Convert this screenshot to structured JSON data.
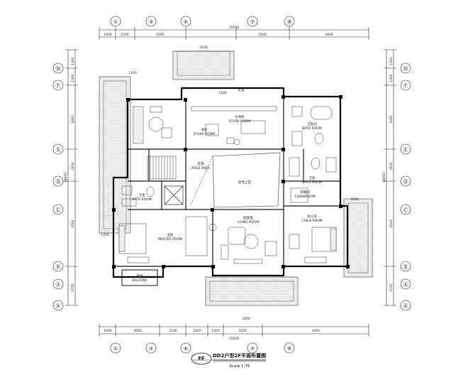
{
  "drawing": {
    "title_badge": "FF",
    "title": "DD2户型2F平面布置图",
    "scale": "Scale 1:75"
  },
  "axes": {
    "top": [
      "①",
      "③",
      "⑤",
      "⑦",
      "⑨"
    ],
    "left": [
      "⑭",
      "Ⓕ",
      "Ⓔ",
      "Ⓓ",
      "Ⓒ",
      "Ⓑ",
      "Ⓐ",
      "Ⓐ"
    ],
    "right": [
      "⑭",
      "Ⓕ",
      "Ⓔ",
      "Ⓓ",
      "Ⓒ",
      "Ⓑ",
      "Ⓐ",
      "Ⓐ"
    ]
  },
  "dimensions": {
    "top_total": "15500",
    "top": [
      "1400",
      "1500",
      "4200",
      "3500",
      "3400"
    ],
    "bottom": [
      "1400",
      "3600",
      "2100",
      "1800",
      "1300",
      "3100",
      "3400"
    ],
    "bottom_total": "15500",
    "left": [
      "1300",
      "1300",
      "3400",
      "2100",
      "4500",
      "3700"
    ],
    "left_total": "18000",
    "right": [
      "1300",
      "1300",
      "3400",
      "2100",
      "4500",
      "3700"
    ],
    "right_total": "18000",
    "misc": [
      "3100",
      "1200",
      "3100",
      "1200",
      "3100",
      "3100"
    ]
  },
  "rooms": {
    "study": [
      "文书房",
      "STUDY ROOM"
    ],
    "bath_top": [
      "卫生间",
      "BATH ROOM"
    ],
    "bath_mid": [
      "卫生",
      "BATH ROOM"
    ],
    "bath_left": [
      "卫生",
      "BATH ROOM"
    ],
    "aisle": [
      "走道",
      "AISLE AREA"
    ],
    "void": "屋顶上空",
    "living": [
      "起居室",
      "LIVING ROOM"
    ],
    "master": [
      "主卧",
      "MASTER ROOM"
    ],
    "child": [
      "女儿房",
      "CHILD ROOM"
    ],
    "balcony": [
      "阳台",
      "BALCONY"
    ],
    "cloak": [
      "衣帽间",
      "CLOAKROOM"
    ],
    "top_room": [
      "书房",
      "STUDY ROOM"
    ],
    "corridor": "走道"
  }
}
